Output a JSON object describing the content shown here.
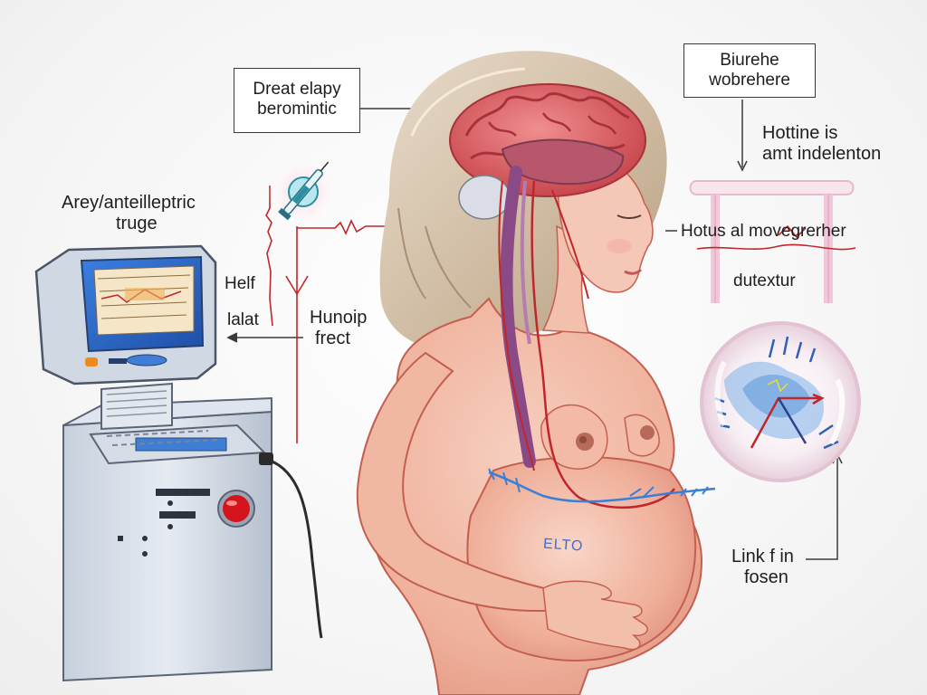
{
  "labels": {
    "box_left": [
      "Dreat elapy",
      "beromintic"
    ],
    "box_right": [
      "Biurehe",
      "wobrehere"
    ],
    "device_title": [
      "Arey/anteilleptric",
      "truge"
    ],
    "helf": "Helf",
    "lalat": "lalat",
    "hunoip": [
      "Hunoip",
      "frect"
    ],
    "hottine": [
      "Hottine is",
      "amt indelenton"
    ],
    "hotus": "Hotus al movegrerher",
    "dutextur": "dutextur",
    "link": [
      "Link f in",
      "fosen"
    ],
    "belly_text": "ELTO"
  },
  "colors": {
    "skin": "#f1b7a3",
    "brain": "#e06a6e",
    "nerve": "#8a4a86",
    "artery": "#c0262b",
    "monitor_blue": "#2f6fd0",
    "button_red": "#d4141d",
    "hair": "#d6c3aa"
  },
  "icons": [
    "syringe-icon",
    "power-button-icon"
  ]
}
